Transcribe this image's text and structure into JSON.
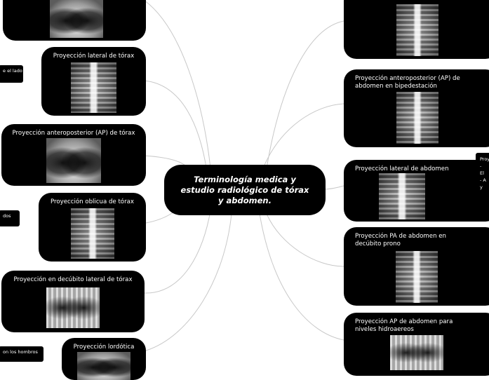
{
  "central_topic": "Terminología medica y estudio radiológico de tórax y abdomen.",
  "left_nodes": [
    {
      "label": ""
    },
    {
      "label": "Proyección lateral de tórax"
    },
    {
      "label": "Proyección anteroposterior (AP) de tórax"
    },
    {
      "label": "Proyección oblicua de tórax"
    },
    {
      "label": "Proyección en decúbito lateral de tórax"
    },
    {
      "label": "Proyección lordótica"
    }
  ],
  "right_nodes": [
    {
      "label": ""
    },
    {
      "label": "Proyección anteroposterior (AP) de abdomen en bipedestación"
    },
    {
      "label": "Proyección lateral de abdomen"
    },
    {
      "label": "Proyección PA de abdomen en decúbito prono"
    },
    {
      "label": "Proyección AP de abdomen para niveles hidroaereos"
    }
  ],
  "notes": {
    "left_1": "e el lado",
    "left_2": "dos",
    "left_3": "on los hombros",
    "right_1_line1": "Proy",
    "right_1_line2": "- El",
    "right_1_line3": "- A",
    "right_1_line4": "y ve"
  },
  "colors": {
    "node_bg": "#000000",
    "text": "#ffffff",
    "link": "#c8c8c8",
    "canvas": "#ffffff"
  }
}
